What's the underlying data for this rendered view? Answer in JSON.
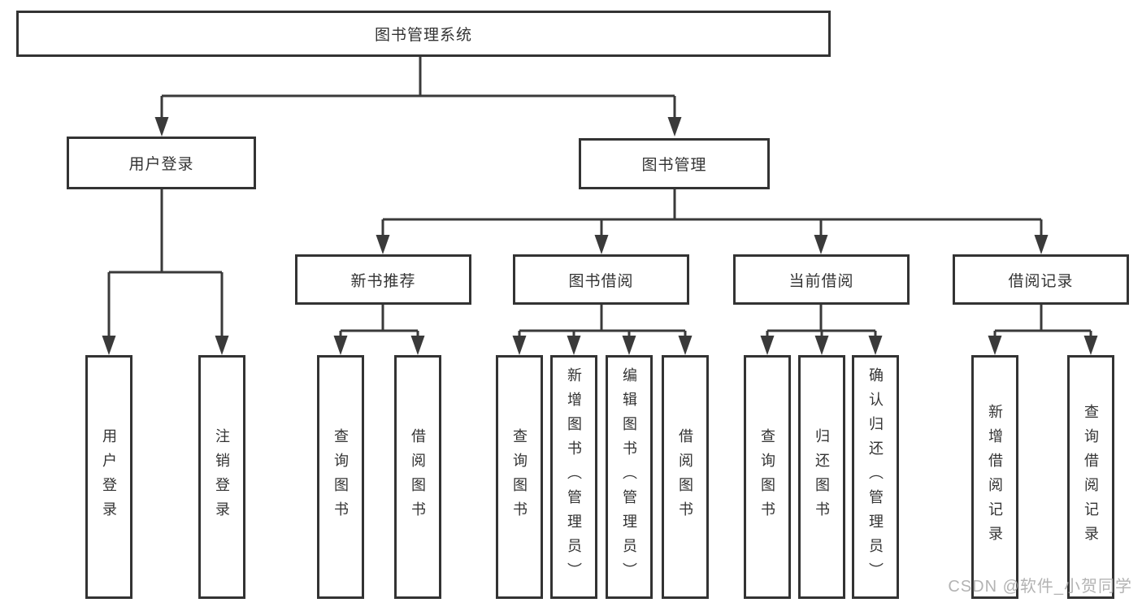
{
  "diagram_title": "图书管理系统",
  "tree": {
    "label": "图书管理系统",
    "children": [
      {
        "label": "用户登录",
        "children": [
          {
            "label": "用户登录"
          },
          {
            "label": "注销登录"
          }
        ]
      },
      {
        "label": "图书管理",
        "children": [
          {
            "label": "新书推荐",
            "children": [
              {
                "label": "查询图书"
              },
              {
                "label": "借阅图书"
              }
            ]
          },
          {
            "label": "图书借阅",
            "children": [
              {
                "label": "查询图书"
              },
              {
                "label": "新增图书（管理员）"
              },
              {
                "label": "编辑图书（管理员）"
              },
              {
                "label": "借阅图书"
              }
            ]
          },
          {
            "label": "当前借阅",
            "children": [
              {
                "label": "查询图书"
              },
              {
                "label": "归还图书"
              },
              {
                "label": "确认归还（管理员）"
              }
            ]
          },
          {
            "label": "借阅记录",
            "children": [
              {
                "label": "新增借阅记录"
              },
              {
                "label": "查询借阅记录"
              }
            ]
          }
        ]
      }
    ]
  },
  "watermark": {
    "text": "CSDN @软件_小贺同学"
  },
  "colors": {
    "line": "#3a3a3a",
    "box_border": "#333333",
    "text": "#333333",
    "watermark": "#a6a6a6",
    "background": "#ffffff"
  }
}
